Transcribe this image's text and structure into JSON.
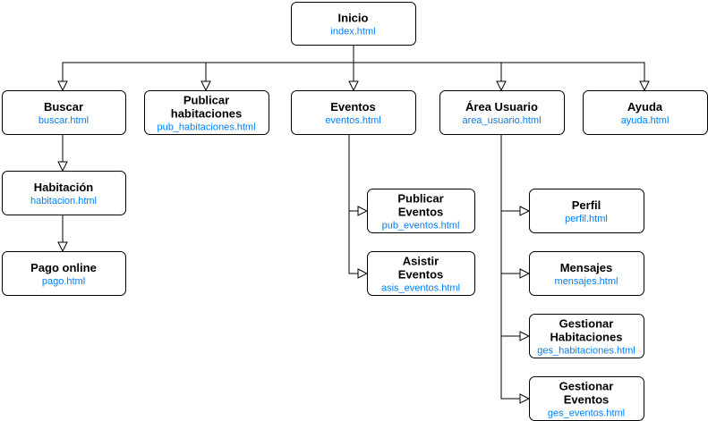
{
  "colors": {
    "background": "#ffffff",
    "node_fill": "#ffffff",
    "node_border": "#000000",
    "connector": "#000000",
    "title_text": "#000000",
    "file_text": "#007FFF"
  },
  "nodes": [
    {
      "id": "inicio",
      "title": [
        "Inicio"
      ],
      "file": "index.html"
    },
    {
      "id": "buscar",
      "title": [
        "Buscar"
      ],
      "file": "buscar.html"
    },
    {
      "id": "publicar-habitaciones",
      "title": [
        "Publicar",
        "habitaciones"
      ],
      "file": "pub_habitaciones.html"
    },
    {
      "id": "eventos",
      "title": [
        "Eventos"
      ],
      "file": "eventos.html"
    },
    {
      "id": "area-usuario",
      "title": [
        "Área Usuario"
      ],
      "file": "area_usuario.html"
    },
    {
      "id": "ayuda",
      "title": [
        "Ayuda"
      ],
      "file": "ayuda.html"
    },
    {
      "id": "habitacion",
      "title": [
        "Habitación"
      ],
      "file": "habitacion.html"
    },
    {
      "id": "pago-online",
      "title": [
        "Pago online"
      ],
      "file": "pago.html"
    },
    {
      "id": "publicar-eventos",
      "title": [
        "Publicar",
        "Eventos"
      ],
      "file": "pub_eventos.html"
    },
    {
      "id": "asistir-eventos",
      "title": [
        "Asistir",
        "Eventos"
      ],
      "file": "asis_eventos.html"
    },
    {
      "id": "perfil",
      "title": [
        "Perfil"
      ],
      "file": "perfil.html"
    },
    {
      "id": "mensajes",
      "title": [
        "Mensajes"
      ],
      "file": "mensajes.html"
    },
    {
      "id": "gestionar-habitaciones",
      "title": [
        "Gestionar",
        "Habitaciones"
      ],
      "file": "ges_habitaciones.html"
    },
    {
      "id": "gestionar-eventos",
      "title": [
        "Gestionar",
        "Eventos"
      ],
      "file": "ges_eventos.html"
    }
  ],
  "edges": [
    {
      "from": "inicio",
      "to": "buscar"
    },
    {
      "from": "inicio",
      "to": "publicar-habitaciones"
    },
    {
      "from": "inicio",
      "to": "eventos"
    },
    {
      "from": "inicio",
      "to": "area-usuario"
    },
    {
      "from": "inicio",
      "to": "ayuda"
    },
    {
      "from": "buscar",
      "to": "habitacion"
    },
    {
      "from": "habitacion",
      "to": "pago-online"
    },
    {
      "from": "eventos",
      "to": "publicar-eventos"
    },
    {
      "from": "eventos",
      "to": "asistir-eventos"
    },
    {
      "from": "area-usuario",
      "to": "perfil"
    },
    {
      "from": "area-usuario",
      "to": "mensajes"
    },
    {
      "from": "area-usuario",
      "to": "gestionar-habitaciones"
    },
    {
      "from": "area-usuario",
      "to": "gestionar-eventos"
    }
  ]
}
